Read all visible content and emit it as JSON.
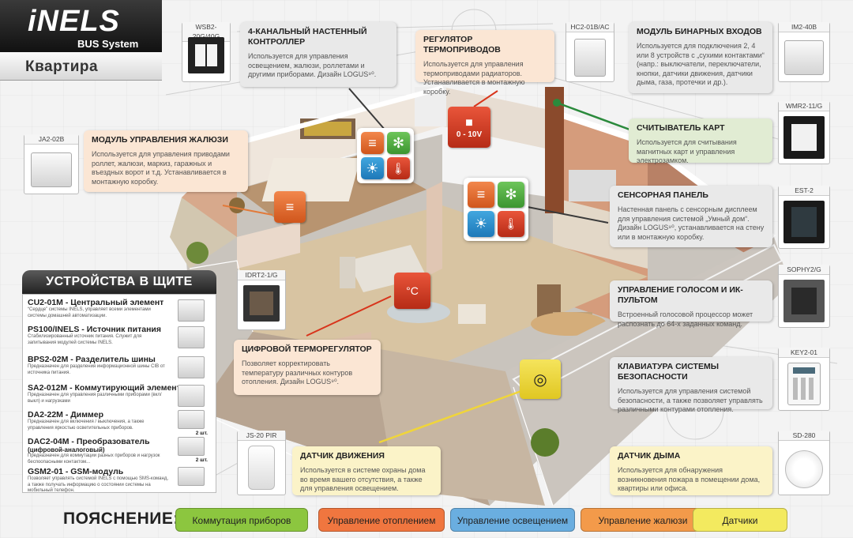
{
  "header": {
    "logo": "iNELS",
    "logo_sub": "BUS System",
    "title": "Квартира"
  },
  "cards": {
    "wall_controller": {
      "title": "4-КАНАЛЬНЫЙ НАСТЕННЫЙ КОНТРОЛЛЕР",
      "text": "Используется для управления освещением, жалюзи, роллетами и другими приборами. Дизайн LOGUS⁹⁰."
    },
    "thermo_drive": {
      "title": "РЕГУЛЯТОР ТЕРМОПРИВОДОВ",
      "text": "Используется для управления термоприводами радиаторов. Устанавливается в монтажную коробку."
    },
    "binary_inputs": {
      "title": "МОДУЛЬ БИНАРНЫХ ВХОДОВ",
      "text": "Используется для подключения 2, 4 или 8 устройств с „сухими контактами“ (напр.: выключатели, переключатели, кнопки, датчики движения, датчики дыма, газа, протечки и др.)."
    },
    "blinds_module": {
      "title": "МОДУЛЬ УПРАВЛЕНИЯ ЖАЛЮЗИ",
      "text": "Используется для управления приводами роллет, жалюзи, маркиз, гаражных и въездных ворот и т.д. Устанавливается в монтажную коробку."
    },
    "card_reader": {
      "title": "СЧИТЫВАТЕЛЬ КАРТ",
      "text": "Используется для считывания магнитных карт и управления электрозамком."
    },
    "touch_panel": {
      "title": "СЕНСОРНАЯ ПАНЕЛЬ",
      "text": "Настенная панель с сенсорным дисплеем для управления системой „Умный дом“. Дизайн LOGUS⁹⁰, устанавливается на стену или в монтажную коробку."
    },
    "voice_ir": {
      "title": "УПРАВЛЕНИЕ ГОЛОСОМ И ИК-ПУЛЬТОМ",
      "text": "Встроенный голосовой процессор может распознать до 64-х заданных команд."
    },
    "thermostat": {
      "title": "ЦИФРОВОЙ ТЕРМОРЕГУЛЯТОР",
      "text": "Позволяет корректировать температуру различных контуров отопления. Дизайн LOGUS⁹⁰."
    },
    "security_keypad": {
      "title": "КЛАВИАТУРА СИСТЕМЫ БЕЗОПАСНОСТИ",
      "text": "Используется для управления системой безопасности, а также позволяет управлять различными контурами отопления."
    },
    "motion_sensor": {
      "title": "ДАТЧИК ДВИЖЕНИЯ",
      "text": "Используется в системе охраны дома во время вашего отсутствия, а также для управления освещением."
    },
    "smoke_sensor": {
      "title": "ДАТЧИК ДЫМА",
      "text": "Используется для обнаружения возникновения пожара в помещении дома, квартиры или офиса."
    }
  },
  "devices": {
    "wsb2": "WSB2-20G/40G",
    "hc2": "HC2-01B/AC",
    "im2": "IM2-40B",
    "ja2": "JA2-02B",
    "wmr2": "WMR2-11/G",
    "est2": "EST-2",
    "sophy": "SOPHY2/G",
    "idrt2": "IDRT2-1/G",
    "key2": "KEY2-01",
    "js20": "JS-20 PIR",
    "sd280": "SD-280"
  },
  "tiles": {
    "voltage": "0 - 10V",
    "temp_unit": "°C"
  },
  "shield": {
    "title": "УСТРОЙСТВА В ЩИТЕ",
    "items": [
      {
        "name": "CU2-01M - Центральный элемент",
        "desc": "“Сердце” системы INELS, управляет всеми элементами системы домашней автоматизации.",
        "qty": ""
      },
      {
        "name": "PS100/INELS - Источник питания",
        "desc": "Стабилизированный источник питания. Служит для запитывания модулей системы INELS.",
        "qty": ""
      },
      {
        "name": "BPS2-02M - Разделитель шины",
        "desc": "Предназначен для разделения информационной шины CIB от источника питания.",
        "qty": ""
      },
      {
        "name": "SA2-012M - Коммутирующий элемент",
        "desc": "Предназначен для управления различными приборами (вкл/выкл) и нагрузками",
        "qty": ""
      },
      {
        "name": "DA2-22M - Диммер",
        "desc": "Предназначен для включения / выключения, а также управления яркостью осветительных приборов.",
        "qty": "2 шт."
      },
      {
        "name": "DAC2-04M - Преобразователь",
        "sub": "(цифровой-аналоговый)",
        "desc": "Предназначен для коммутации разных приборов и нагрузок беспоопасными контактом...",
        "qty": "2 шт."
      },
      {
        "name": "GSM2-01 - GSM-модуль",
        "desc": "Позволяет управлять системой INELS с помощью SMS-команд, а также получать информацию о состоянии системы на мобильный телефон.",
        "qty": ""
      }
    ]
  },
  "legend": {
    "label": "ПОЯСНЕНИЕ:",
    "items": [
      {
        "label": "Коммутация приборов",
        "color": "#8cc63f"
      },
      {
        "label": "Управление отоплением",
        "color": "#f0763f"
      },
      {
        "label": "Управление освещением",
        "color": "#6aaee0"
      },
      {
        "label": "Управление жалюзи",
        "color": "#f39a4a"
      },
      {
        "label": "Датчики",
        "color": "#f3ea5f"
      }
    ]
  },
  "colors": {
    "orange": "#f0763f",
    "green": "#8cc63f",
    "blue": "#3a9ad9",
    "yellow": "#f3ea5f",
    "red": "#d8341b"
  }
}
